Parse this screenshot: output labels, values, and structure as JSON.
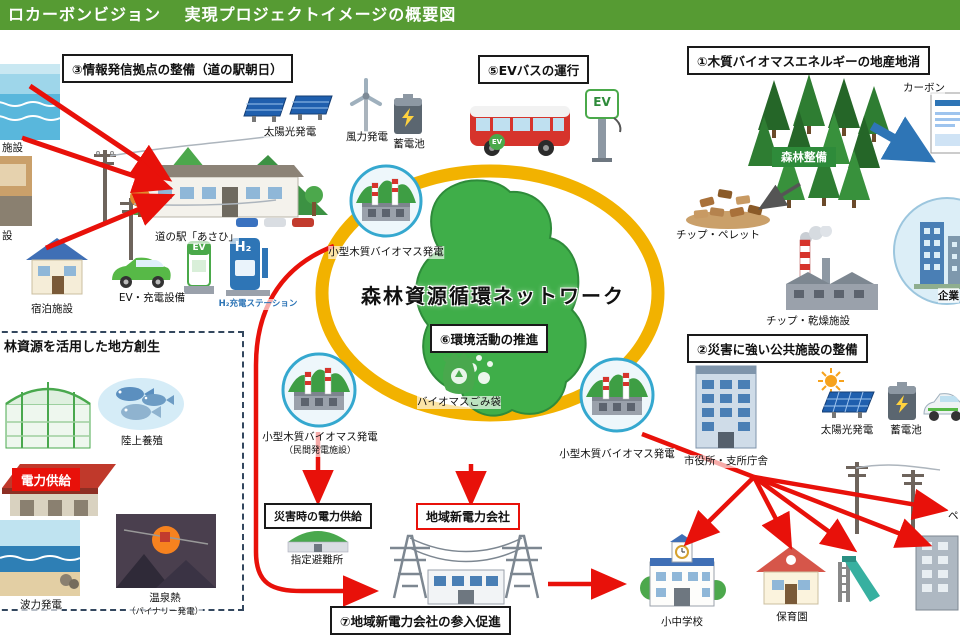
{
  "header": {
    "title": "ロカーボンビジョン　 実現プロジェクトイメージの概要図"
  },
  "center": {
    "title": "森林資源循環ネットワーク"
  },
  "boxes": {
    "info_hub": "③情報発信拠点の整備（道の駅朝日）",
    "ev_bus": "⑤EVバスの運行",
    "biomass_local": "①木質バイオマスエネルギーの地産地消",
    "env_activity": "⑥環境活動の推進",
    "disaster_resilient": "②災害に強い公共施設の整備",
    "new_power_entry": "⑦地域新電力会社の参入促進",
    "regional_title": "林資源を活用した地方創生",
    "new_power_co": "地域新電力会社",
    "disaster_power": "災害時の電力供給"
  },
  "badges": {
    "forest_mgmt": "森林整備",
    "power_supply": "電力供給"
  },
  "signs": {
    "ev": "EV",
    "h2": "H₂"
  },
  "labels": {
    "solar_tl": "太陽光発電",
    "wind": "風力発電",
    "battery_tl": "蓄電池",
    "roadstation": "道の駅「あさひ」",
    "ev_charge": "EV・充電設備",
    "h2_station": "H₂充電ステーション",
    "lodging": "宿泊施設",
    "facility_frag_1": "施設",
    "facility_frag_2": "設",
    "biomass_top": "小型木質バイオマス発電",
    "chips": "チップ・ペレット",
    "chip_dry": "チップ・乾燥施設",
    "carbon_frag": "カーボン",
    "company": "企業",
    "aquaculture": "陸上養殖",
    "wave_power": "波力発電",
    "onsen_1": "温泉熱",
    "onsen_2": "（バイナリー発電）",
    "trash_bag": "バイオマスごみ袋",
    "biomass_left_1": "小型木質バイオマス発電",
    "biomass_left_2": "（民間発電施設）",
    "shelter": "指定避難所",
    "biomass_right": "小型木質バイオマス発電",
    "city_hall": "市役所・支所庁舎",
    "solar_r": "太陽光発電",
    "battery_r": "蓄電池",
    "pellet_frag": "ペ",
    "school": "小中学校",
    "nursery": "保育園"
  },
  "colors": {
    "header_green": "#569B33",
    "ring_yellow": "#F2B200",
    "arrow_red": "#E8110A",
    "arrow_blue": "#2E75B6",
    "map_green": "#3FAE49",
    "forest_badge_green": "#2E8B3A"
  }
}
